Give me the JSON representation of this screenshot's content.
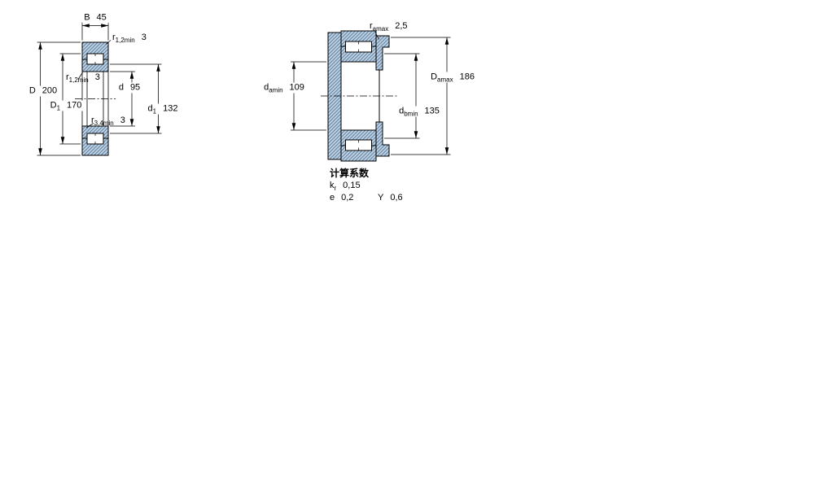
{
  "colors": {
    "bearing_fill": "#bfd2e2",
    "hatch": "#4f7196",
    "outline": "#000000"
  },
  "left_diagram": {
    "description": "bearing-cross-section-dimensions",
    "dims": {
      "B": {
        "base": "B",
        "sub": "",
        "value": "45"
      },
      "r12_top": {
        "base": "r",
        "sub": "1,2min",
        "value": "3"
      },
      "r12_left": {
        "base": "r",
        "sub": "1,2min",
        "value": "3"
      },
      "D": {
        "base": "D",
        "sub": "",
        "value": "200"
      },
      "D1": {
        "base": "D",
        "sub": "1",
        "value": "170"
      },
      "d": {
        "base": "d",
        "sub": "",
        "value": "95"
      },
      "d1": {
        "base": "d",
        "sub": "1",
        "value": "132"
      },
      "r34": {
        "base": "r",
        "sub": "3,4min",
        "value": "3"
      }
    }
  },
  "right_diagram": {
    "description": "abutment-and-fillet-dimensions",
    "dims": {
      "ra": {
        "base": "r",
        "sub": "amax",
        "value": "2,5"
      },
      "da": {
        "base": "d",
        "sub": "amin",
        "value": "109"
      },
      "Da": {
        "base": "D",
        "sub": "amax",
        "value": "186"
      },
      "db": {
        "base": "d",
        "sub": "bmin",
        "value": "135"
      }
    }
  },
  "calculation_factors": {
    "title": "计算系数",
    "rows": {
      "kr": {
        "base": "k",
        "sub": "r",
        "value": "0,15"
      },
      "e": {
        "base": "e",
        "sub": "",
        "value": "0,2"
      },
      "Y": {
        "base": "Y",
        "sub": "",
        "value": "0,6"
      }
    }
  }
}
